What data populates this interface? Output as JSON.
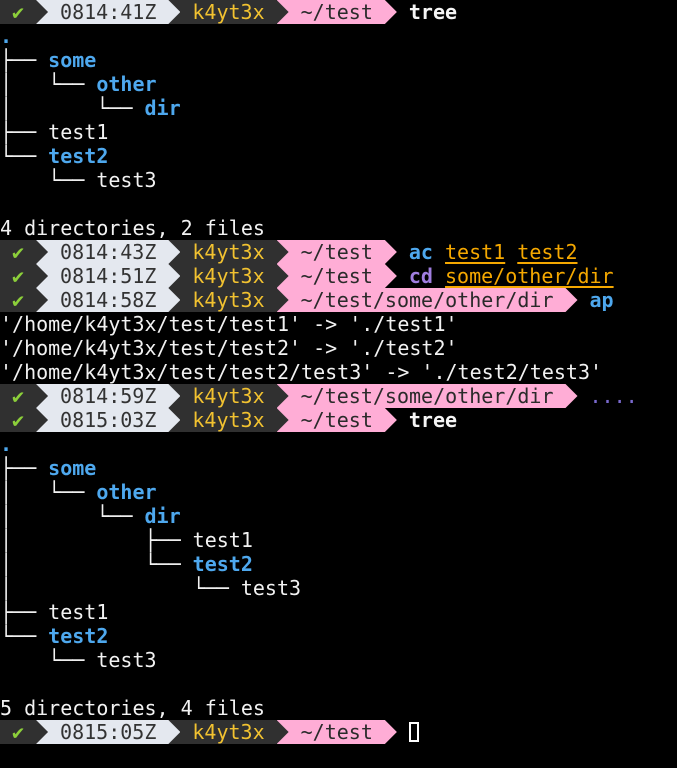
{
  "terminal": {
    "check_glyph": "✔",
    "lines": [
      {
        "type": "prompt",
        "time": "0814:41Z",
        "user": "k4yt3x",
        "path": "~/test",
        "cmd": [
          {
            "text": "tree",
            "style": "white"
          }
        ]
      },
      {
        "type": "tree",
        "prefix": "",
        "name": ".",
        "kind": "root"
      },
      {
        "type": "tree",
        "prefix": "├── ",
        "name": "some",
        "kind": "dir"
      },
      {
        "type": "tree",
        "prefix": "│   └── ",
        "name": "other",
        "kind": "dir"
      },
      {
        "type": "tree",
        "prefix": "│       └── ",
        "name": "dir",
        "kind": "dir"
      },
      {
        "type": "tree",
        "prefix": "├── ",
        "name": "test1",
        "kind": "file"
      },
      {
        "type": "tree",
        "prefix": "└── ",
        "name": "test2",
        "kind": "dir"
      },
      {
        "type": "tree",
        "prefix": "    └── ",
        "name": "test3",
        "kind": "file"
      },
      {
        "type": "text",
        "text": ""
      },
      {
        "type": "text",
        "text": "4 directories, 2 files"
      },
      {
        "type": "prompt",
        "time": "0814:43Z",
        "user": "k4yt3x",
        "path": "~/test",
        "cmd": [
          {
            "text": "ac",
            "style": "blue"
          },
          {
            "text": " ",
            "style": "plain"
          },
          {
            "text": "test1",
            "style": "arg"
          },
          {
            "text": " ",
            "style": "plain"
          },
          {
            "text": "test2",
            "style": "arg"
          }
        ]
      },
      {
        "type": "prompt",
        "time": "0814:51Z",
        "user": "k4yt3x",
        "path": "~/test",
        "cmd": [
          {
            "text": "cd",
            "style": "purple"
          },
          {
            "text": " ",
            "style": "plain"
          },
          {
            "text": "some/other/dir",
            "style": "arg"
          }
        ]
      },
      {
        "type": "prompt",
        "time": "0814:58Z",
        "user": "k4yt3x",
        "path": "~/test/some/other/dir",
        "cmd": [
          {
            "text": "ap",
            "style": "blue"
          }
        ]
      },
      {
        "type": "text",
        "text": "'/home/k4yt3x/test/test1' -> './test1'"
      },
      {
        "type": "text",
        "text": "'/home/k4yt3x/test/test2' -> './test2'"
      },
      {
        "type": "text",
        "text": "'/home/k4yt3x/test/test2/test3' -> './test2/test3'"
      },
      {
        "type": "prompt",
        "time": "0814:59Z",
        "user": "k4yt3x",
        "path": "~/test/some/other/dir",
        "cmd": [
          {
            "text": "....",
            "style": "hint"
          }
        ]
      },
      {
        "type": "prompt",
        "time": "0815:03Z",
        "user": "k4yt3x",
        "path": "~/test",
        "cmd": [
          {
            "text": "tree",
            "style": "white"
          }
        ]
      },
      {
        "type": "tree",
        "prefix": "",
        "name": ".",
        "kind": "root"
      },
      {
        "type": "tree",
        "prefix": "├── ",
        "name": "some",
        "kind": "dir"
      },
      {
        "type": "tree",
        "prefix": "│   └── ",
        "name": "other",
        "kind": "dir"
      },
      {
        "type": "tree",
        "prefix": "│       └── ",
        "name": "dir",
        "kind": "dir"
      },
      {
        "type": "tree",
        "prefix": "│           ├── ",
        "name": "test1",
        "kind": "file"
      },
      {
        "type": "tree",
        "prefix": "│           └── ",
        "name": "test2",
        "kind": "dir"
      },
      {
        "type": "tree",
        "prefix": "│               └── ",
        "name": "test3",
        "kind": "file"
      },
      {
        "type": "tree",
        "prefix": "├── ",
        "name": "test1",
        "kind": "file"
      },
      {
        "type": "tree",
        "prefix": "└── ",
        "name": "test2",
        "kind": "dir"
      },
      {
        "type": "tree",
        "prefix": "    └── ",
        "name": "test3",
        "kind": "file"
      },
      {
        "type": "text",
        "text": ""
      },
      {
        "type": "text",
        "text": "5 directories, 4 files"
      },
      {
        "type": "prompt",
        "time": "0815:05Z",
        "user": "k4yt3x",
        "path": "~/test",
        "cmd": [],
        "cursor": true
      }
    ]
  }
}
